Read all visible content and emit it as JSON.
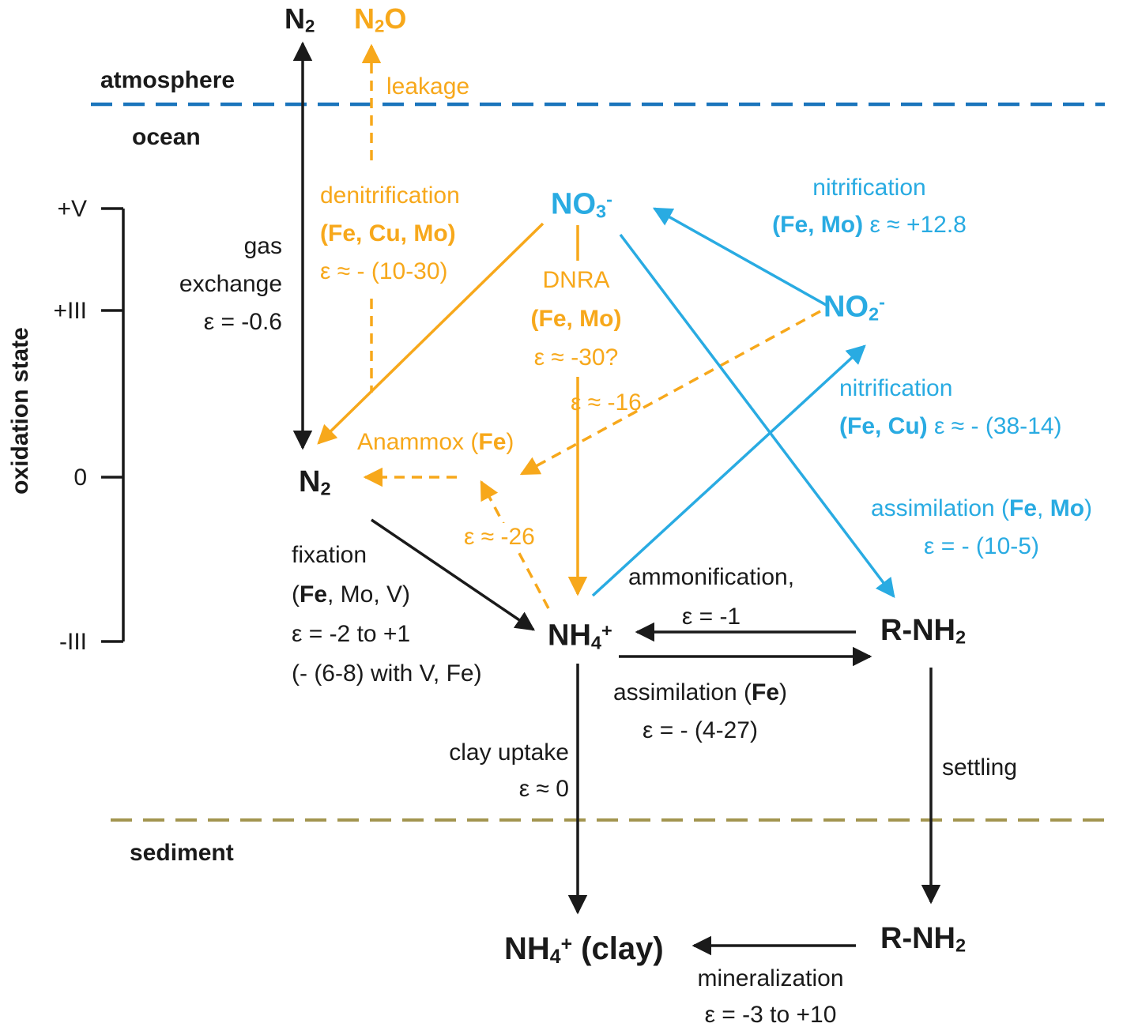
{
  "colors": {
    "orange": "#F7A81B",
    "blue": "#29ABE2",
    "sea": "#1B75BC",
    "sed": "#A2954F",
    "text": "#1a1a1a"
  },
  "zones": {
    "atmosphere": "atmosphere",
    "ocean": "ocean",
    "sediment": "sediment"
  },
  "axis": {
    "title": "oxidation state",
    "tick_plus5": "+V",
    "tick_plus3": "+III",
    "tick_zero": "0",
    "tick_minus3": "-III"
  },
  "species": {
    "n2_atm": [
      {
        "t": "N"
      },
      {
        "t": "2",
        "sub": 1
      }
    ],
    "n2o_atm": [
      {
        "t": "N"
      },
      {
        "t": "2",
        "sub": 1
      },
      {
        "t": "O"
      }
    ],
    "no3": [
      {
        "t": "NO"
      },
      {
        "t": "3",
        "sub": 1
      },
      {
        "t": "-",
        "sup": 1
      }
    ],
    "no2": [
      {
        "t": "NO"
      },
      {
        "t": "2",
        "sub": 1
      },
      {
        "t": "-",
        "sup": 1
      }
    ],
    "n2_ocean": [
      {
        "t": "N"
      },
      {
        "t": "2",
        "sub": 1
      }
    ],
    "nh4_ocean": [
      {
        "t": "NH"
      },
      {
        "t": "4",
        "sub": 1
      },
      {
        "t": "+",
        "sup": 1
      }
    ],
    "rnh2_ocean": [
      {
        "t": "R-NH"
      },
      {
        "t": "2",
        "sub": 1
      }
    ],
    "nh4_clay": [
      {
        "t": "NH"
      },
      {
        "t": "4",
        "sub": 1
      },
      {
        "t": "+",
        "sup": 1
      },
      {
        "t": " (clay)"
      }
    ],
    "rnh2_sediment": [
      {
        "t": "R-NH"
      },
      {
        "t": "2",
        "sub": 1
      }
    ]
  },
  "processes": {
    "leakage": "leakage",
    "gas_exchange": {
      "l1": "gas",
      "l2": "exchange",
      "l3": "ε = -0.6"
    },
    "denitrification": {
      "l1": "denitrification",
      "l2": "(Fe, Cu, Mo)",
      "l3": "ε ≈ - (10-30)"
    },
    "nitrification_no3": {
      "l1": "nitrification",
      "l2": [
        {
          "t": "(Fe, Mo)",
          "b": 1
        },
        {
          "t": " ε ≈ +12.8"
        }
      ]
    },
    "dnra": {
      "l1": "DNRA",
      "l2": "(Fe, Mo)",
      "l3": "ε ≈ -30?"
    },
    "nitrification_no2": {
      "l1": "nitrification",
      "l2": [
        {
          "t": "(Fe, Cu)",
          "b": 1
        },
        {
          "t": " ε ≈ - (38-14)"
        }
      ]
    },
    "assimilation_no3": {
      "l1": [
        {
          "t": "assimilation ("
        },
        {
          "t": "Fe",
          "b": 1
        },
        {
          "t": ", "
        },
        {
          "t": "Mo",
          "b": 1
        },
        {
          "t": ")"
        }
      ],
      "l2": "ε = - (10-5)"
    },
    "anammox": [
      {
        "t": "Anammox ("
      },
      {
        "t": "Fe",
        "b": 1
      },
      {
        "t": ")"
      }
    ],
    "eps16": "ε ≈ -16",
    "eps26": "ε ≈ -26",
    "fixation": {
      "l1": "fixation",
      "l2": [
        {
          "t": "("
        },
        {
          "t": "Fe",
          "b": 1
        },
        {
          "t": ", Mo, V)"
        }
      ],
      "l3": "ε = -2 to +1",
      "l4": "(- (6-8) with V, Fe)"
    },
    "ammonification": {
      "l1": "ammonification,",
      "l2": "ε = -1"
    },
    "assimilation_nh4": {
      "l1": [
        {
          "t": "assimilation ("
        },
        {
          "t": "Fe",
          "b": 1
        },
        {
          "t": ")"
        }
      ],
      "l2": "ε = - (4-27)"
    },
    "clay_uptake": {
      "l1": "clay uptake",
      "l2": "ε ≈ 0"
    },
    "settling": "settling",
    "mineralization": {
      "l1": "mineralization",
      "l2": "ε = -3 to +10"
    }
  }
}
